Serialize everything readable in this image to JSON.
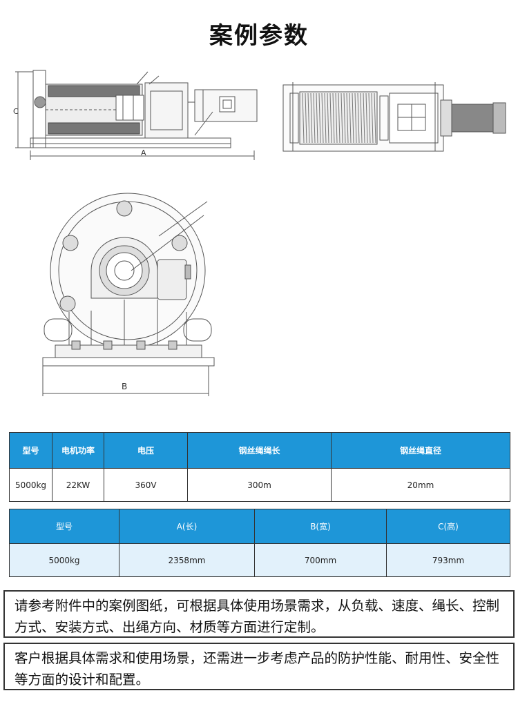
{
  "title": "案例参数",
  "drawings": {
    "side_view": {
      "dim_a": "A",
      "dim_c": "C"
    },
    "end_view": {
      "dim_b": "B"
    }
  },
  "table_1": {
    "headers": [
      "型号",
      "电机功率",
      "电压",
      "钢丝绳绳长",
      "钢丝绳直径"
    ],
    "row": [
      "5000kg",
      "22KW",
      "360V",
      "300m",
      "20mm"
    ]
  },
  "table_2": {
    "headers": [
      "型号",
      "A(长)",
      "B(宽)",
      "C(高)"
    ],
    "row": [
      "5000kg",
      "2358mm",
      "700mm",
      "793mm"
    ]
  },
  "notes": [
    "请参考附件中的案例图纸，可根据具体使用场景需求，从负载、速度、绳长、控制方式、安装方式、出绳方向、材质等方面进行定制。",
    "客户根据具体需求和使用场景，还需进一步考虑产品的防护性能、耐用性、安全性等方面的设计和配置。"
  ],
  "colors": {
    "header_blue": "#1e96d8",
    "row_light_blue": "#e2f1fb",
    "line_gray": "#555555"
  }
}
